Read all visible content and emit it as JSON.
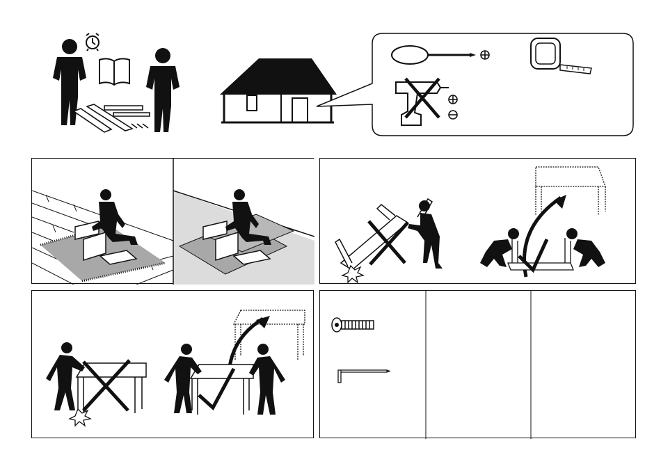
{
  "document": {
    "type": "assembly-instructions-general-info",
    "text_present": false
  },
  "intro_row": {
    "people_required": 2,
    "items_shown": [
      "alarm-clock-icon",
      "instruction-booklet-icon",
      "loose-parts-icon"
    ],
    "house_callout_tools": {
      "allowed": [
        "screwdriver-icon",
        "phillips-head-icon",
        "tape-measure-icon"
      ],
      "not_allowed": [
        "power-drill-icon"
      ]
    }
  },
  "panels": [
    {
      "id": "floor-protection",
      "message": "assemble-on-soft-surface"
    },
    {
      "id": "tip-over",
      "wrong": "dragging-tipping-alone",
      "right": "two-people-flip"
    },
    {
      "id": "lift-table",
      "wrong": "one-person-lift-drag",
      "right": "two-people-lift"
    },
    {
      "id": "hardware",
      "items": [
        "bolt-icon",
        "allen-key-icon"
      ]
    }
  ],
  "colors": {
    "ink": "#111111",
    "floor_grey": "#d9d9d9",
    "mat_grey": "#a8a8a8",
    "paper": "#ffffff"
  }
}
